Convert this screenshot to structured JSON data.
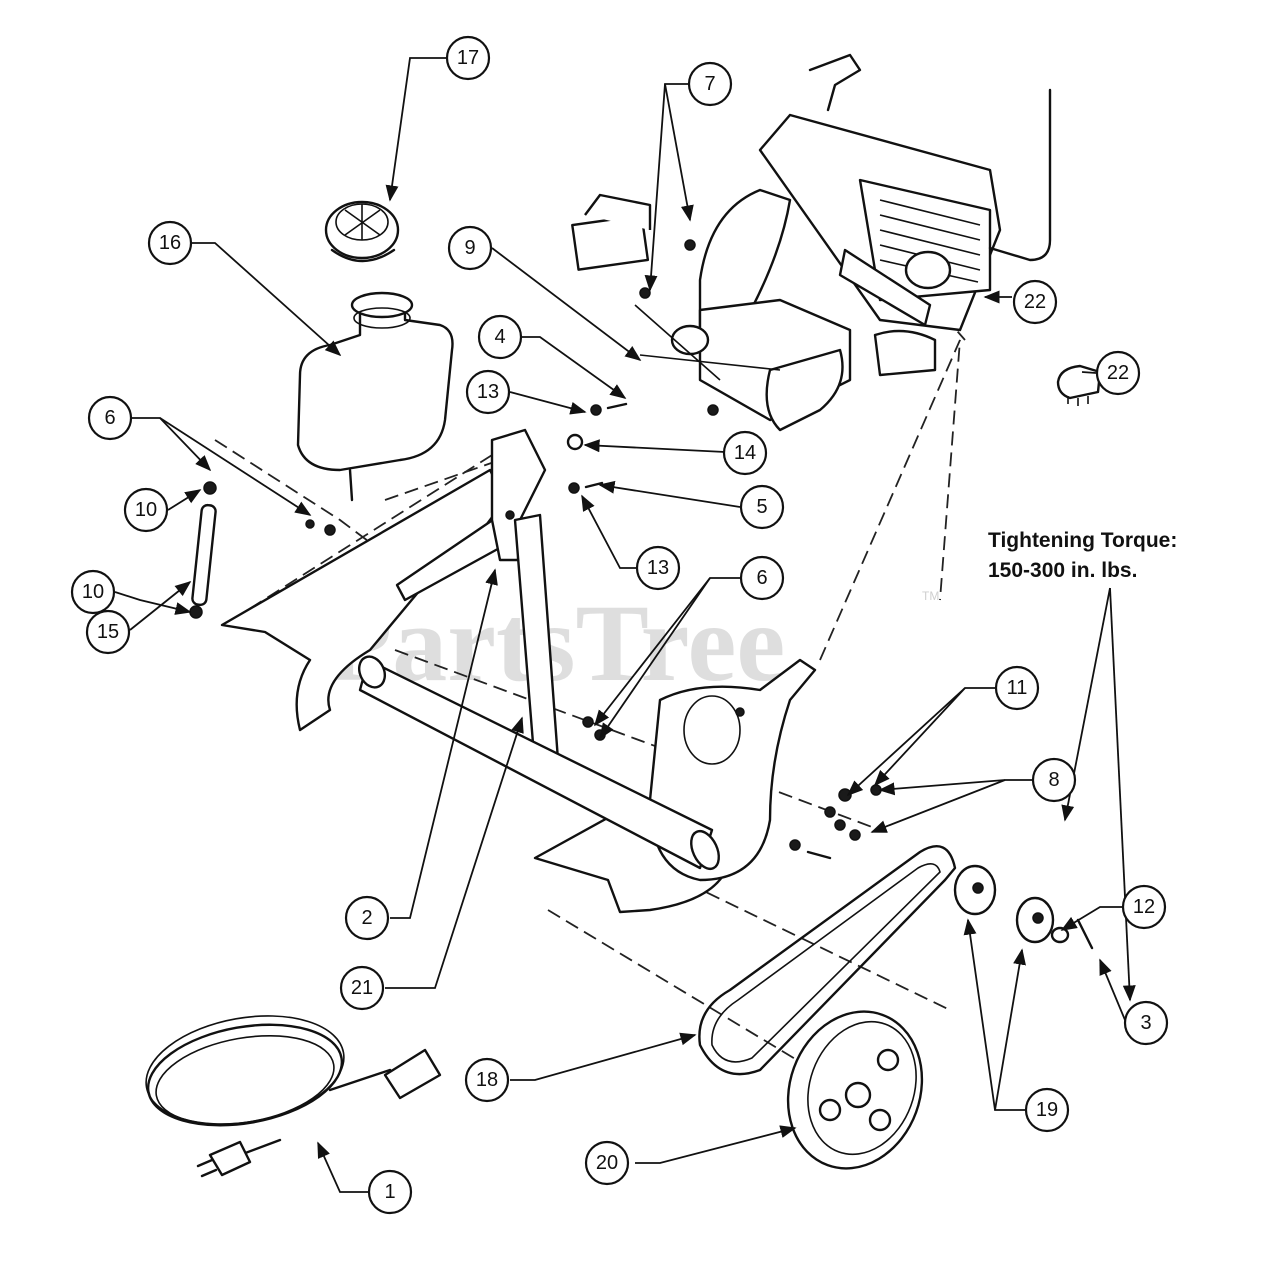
{
  "watermark": {
    "text": "PartsTree",
    "trademark": "TM"
  },
  "note": {
    "line1": "Tightening Torque:",
    "line2": "150-300 in. lbs."
  },
  "callouts": [
    {
      "id": "c1",
      "label": "1"
    },
    {
      "id": "c2",
      "label": "2"
    },
    {
      "id": "c3",
      "label": "3"
    },
    {
      "id": "c4",
      "label": "4"
    },
    {
      "id": "c5",
      "label": "5"
    },
    {
      "id": "c6a",
      "label": "6"
    },
    {
      "id": "c6b",
      "label": "6"
    },
    {
      "id": "c7",
      "label": "7"
    },
    {
      "id": "c8",
      "label": "8"
    },
    {
      "id": "c9",
      "label": "9"
    },
    {
      "id": "c10a",
      "label": "10"
    },
    {
      "id": "c10b",
      "label": "10"
    },
    {
      "id": "c11",
      "label": "11"
    },
    {
      "id": "c12",
      "label": "12"
    },
    {
      "id": "c13a",
      "label": "13"
    },
    {
      "id": "c13b",
      "label": "13"
    },
    {
      "id": "c14",
      "label": "14"
    },
    {
      "id": "c15",
      "label": "15"
    },
    {
      "id": "c16",
      "label": "16"
    },
    {
      "id": "c17",
      "label": "17"
    },
    {
      "id": "c18",
      "label": "18"
    },
    {
      "id": "c19",
      "label": "19"
    },
    {
      "id": "c20",
      "label": "20"
    },
    {
      "id": "c21",
      "label": "21"
    },
    {
      "id": "c22a",
      "label": "22"
    },
    {
      "id": "c22b",
      "label": "22"
    }
  ]
}
